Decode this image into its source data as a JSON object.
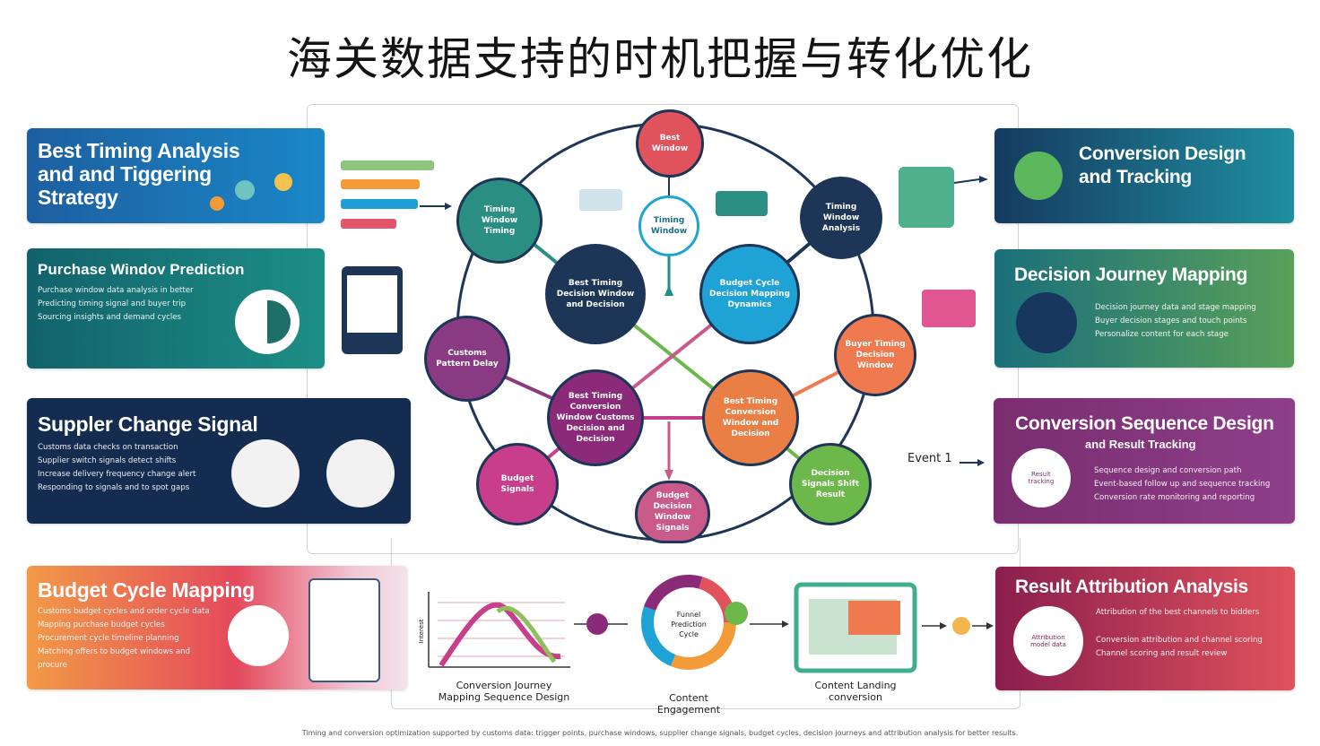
{
  "title": "海关数据支持的时机把握与转化优化",
  "left_cards": {
    "timing": {
      "title": "Best Timing Analysis and and Tiggering Strategy"
    },
    "purchase": {
      "title": "Purchase Windov Prediction",
      "lines": [
        "Purchase window data analysis in better",
        "Predicting timing signal and buyer trip",
        "Sourcing insights and demand cycles"
      ]
    },
    "supplier": {
      "title": "Suppler Change Signal",
      "lines": [
        "Customs data checks on transaction",
        "Supplier switch signals detect shifts",
        "Increase delivery frequency change alert",
        "Responding to signals and to spot gaps"
      ]
    },
    "budget": {
      "title": "Budget Cycle Mapping",
      "lines": [
        "Customs budget cycles and order cycle data",
        "Mapping purchase budget cycles",
        "Procurement cycle timeline planning",
        "Matching offers to budget windows and",
        "procure"
      ]
    }
  },
  "right_cards": {
    "conversion": {
      "title": "Conversion Design and Tracking"
    },
    "journey": {
      "title": "Decision Journey Mapping",
      "lines": [
        "Decision journey data and stage mapping",
        "Buyer decision stages and touch points",
        "Personalize content for each stage"
      ]
    },
    "sequence": {
      "title": "Conversion Sequence Design",
      "subtitle": "and Result Tracking",
      "badge": "Event 1",
      "circle_label": "Result tracking",
      "lines": [
        "Sequence design and conversion path",
        "Event-based follow up and sequence tracking",
        "Conversion rate monitoring and reporting"
      ]
    },
    "attribution": {
      "title": "Result Attribution Analysis",
      "circle_label": "Attribution model data",
      "lines": [
        "Attribution of the best channels to bidders",
        "Conversion attribution and channel scoring",
        "Channel scoring and result review"
      ]
    }
  },
  "center_nodes": [
    {
      "label": "Best Window",
      "color": "#e0525c"
    },
    {
      "label": "Timing Window Timing",
      "color": "#2a8f82"
    },
    {
      "label": "Timing Window Analysis",
      "color": "#1d3557"
    },
    {
      "label": "Timing Window",
      "color": "#ffffff"
    },
    {
      "label": "Best Timing Decision Window and Decision",
      "color": "#1d3557"
    },
    {
      "label": "Budget Cycle Decision Mapping Dynamics",
      "color": "#1fa3d6"
    },
    {
      "label": "Customs Pattern Delay",
      "color": "#8a3a82"
    },
    {
      "label": "Buyer Timing Decision Window",
      "color": "#f07a4f"
    },
    {
      "label": "Best Timing Conversion Window Customs Decision and Decision",
      "color": "#8a2a78"
    },
    {
      "label": "Best Timing Conversion Window and Decision",
      "color": "#e97f45"
    },
    {
      "label": "Budget Signals",
      "color": "#c83e8a"
    },
    {
      "label": "Decision Signals Shift Result",
      "color": "#6db84a"
    },
    {
      "label": "Budget Decision Window Signals",
      "color": "#c95a8a"
    }
  ],
  "flow": {
    "chart_caption": "Conversion Journey Mapping Sequence Design",
    "cycle_center": "Funnel Prediction Cycle",
    "cycle_caption": "Content Engagement",
    "screen_caption": "Content Landing conversion",
    "axis_label": "Interest"
  },
  "footer": "Timing and conversion optimization supported by customs data: trigger points, purchase windows, supplier change signals, budget cycles, decision journeys and attribution analysis for better results."
}
